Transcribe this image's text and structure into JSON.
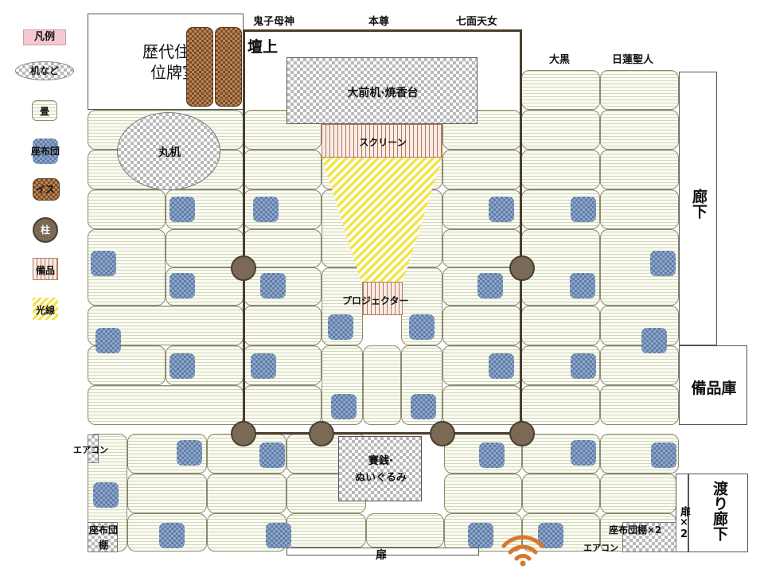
{
  "legend": {
    "title": "凡例",
    "items": [
      "机など",
      "畳",
      "座布団",
      "イス",
      "柱",
      "備品",
      "光線"
    ]
  },
  "labels": {
    "deity_left": "鬼子母神",
    "deity_center": "本尊",
    "deity_right": "七面天女",
    "daikoku": "大黒",
    "nichiren": "日蓮聖人",
    "dan_ue": "壇上",
    "ancestors_room": "歴代住職\n位牌室",
    "altar": "大前机·焼香台",
    "screen": "スクリーン",
    "projector": "プロジェクター",
    "round_table": "丸机",
    "corridor": "廊下",
    "storage": "備品庫",
    "watari_corridor": "渡り廊下",
    "aircon_left": "エアコン",
    "aircon_right": "エアコン",
    "cushion_shelf_left": "座布団\n棚",
    "cushion_shelf_right": "座布団棚×2",
    "door_bottom": "扉",
    "door_right": "扉×2",
    "tetsu": "賽銭·\nぬいぐるみ"
  },
  "colors": {
    "pillar": "#7a6a55",
    "dais_border": "#4a3d30",
    "light": "#f2e44a",
    "wifi": "#d9782a",
    "legend_title_bg": "#f6c9d2"
  },
  "icons": [
    "wifi-icon"
  ]
}
